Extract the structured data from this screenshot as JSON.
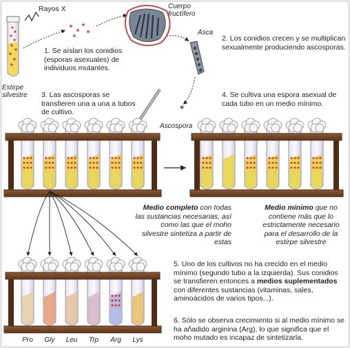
{
  "labels": {
    "rayos_x": "Rayos X",
    "cuerpo_fructifero": "Cuerpo fructífero",
    "asca": "Asca",
    "estirpe_silvestre": "Estirpe silvestre",
    "ascospora": "Ascospora"
  },
  "steps": {
    "s1": "1. Se aíslan los conidios (esporas asexuales) de individuos mutantes.",
    "s2": "2. Los conidios crecen y se multiplican sexualmente produciendo ascosporas.",
    "s3": "3. Las ascosporas se transfieren una a una a tubos de cultivo.",
    "s4": "4. Se cultiva una espora asexual de cada tubo en un medio mínimo.",
    "s5_a": "5. Uno de los cultivos no ha crecido en el medio mínimo (segundo tubo a la izquierda). Sus conidios se transfieren entonces a",
    "s5_bold": "medios suplementados",
    "s5_b": "con diferentes sustancias (vitaminas, sales, aminoácidos de varios tipos...).",
    "s6": "6. Sólo se observa crecimiento si al medio mínimo se ha añadido arginina (Arg), lo que significa que el moho mutado es incapaz de sintetizarla."
  },
  "medio_completo": {
    "title": "Medio completo",
    "rest": "con todas las sustancias necesarias, así como las que el moho silvestre sintetiza a partir de estas"
  },
  "medio_minimo": {
    "title": "Medio mínimo",
    "rest": "que no contiene más que lo estrictamente necesario para el desarrollo de la estirpe silvestre"
  },
  "amino_acids": [
    "Pro",
    "Gly",
    "Leu",
    "Trp",
    "Arg",
    "Lys"
  ],
  "colors": {
    "wood": "#7a4a2a",
    "wood_dark": "#4e2d16",
    "medium_yellow": "#e8d44a",
    "growth_red": "#d8442e",
    "arrow": "#222222"
  }
}
